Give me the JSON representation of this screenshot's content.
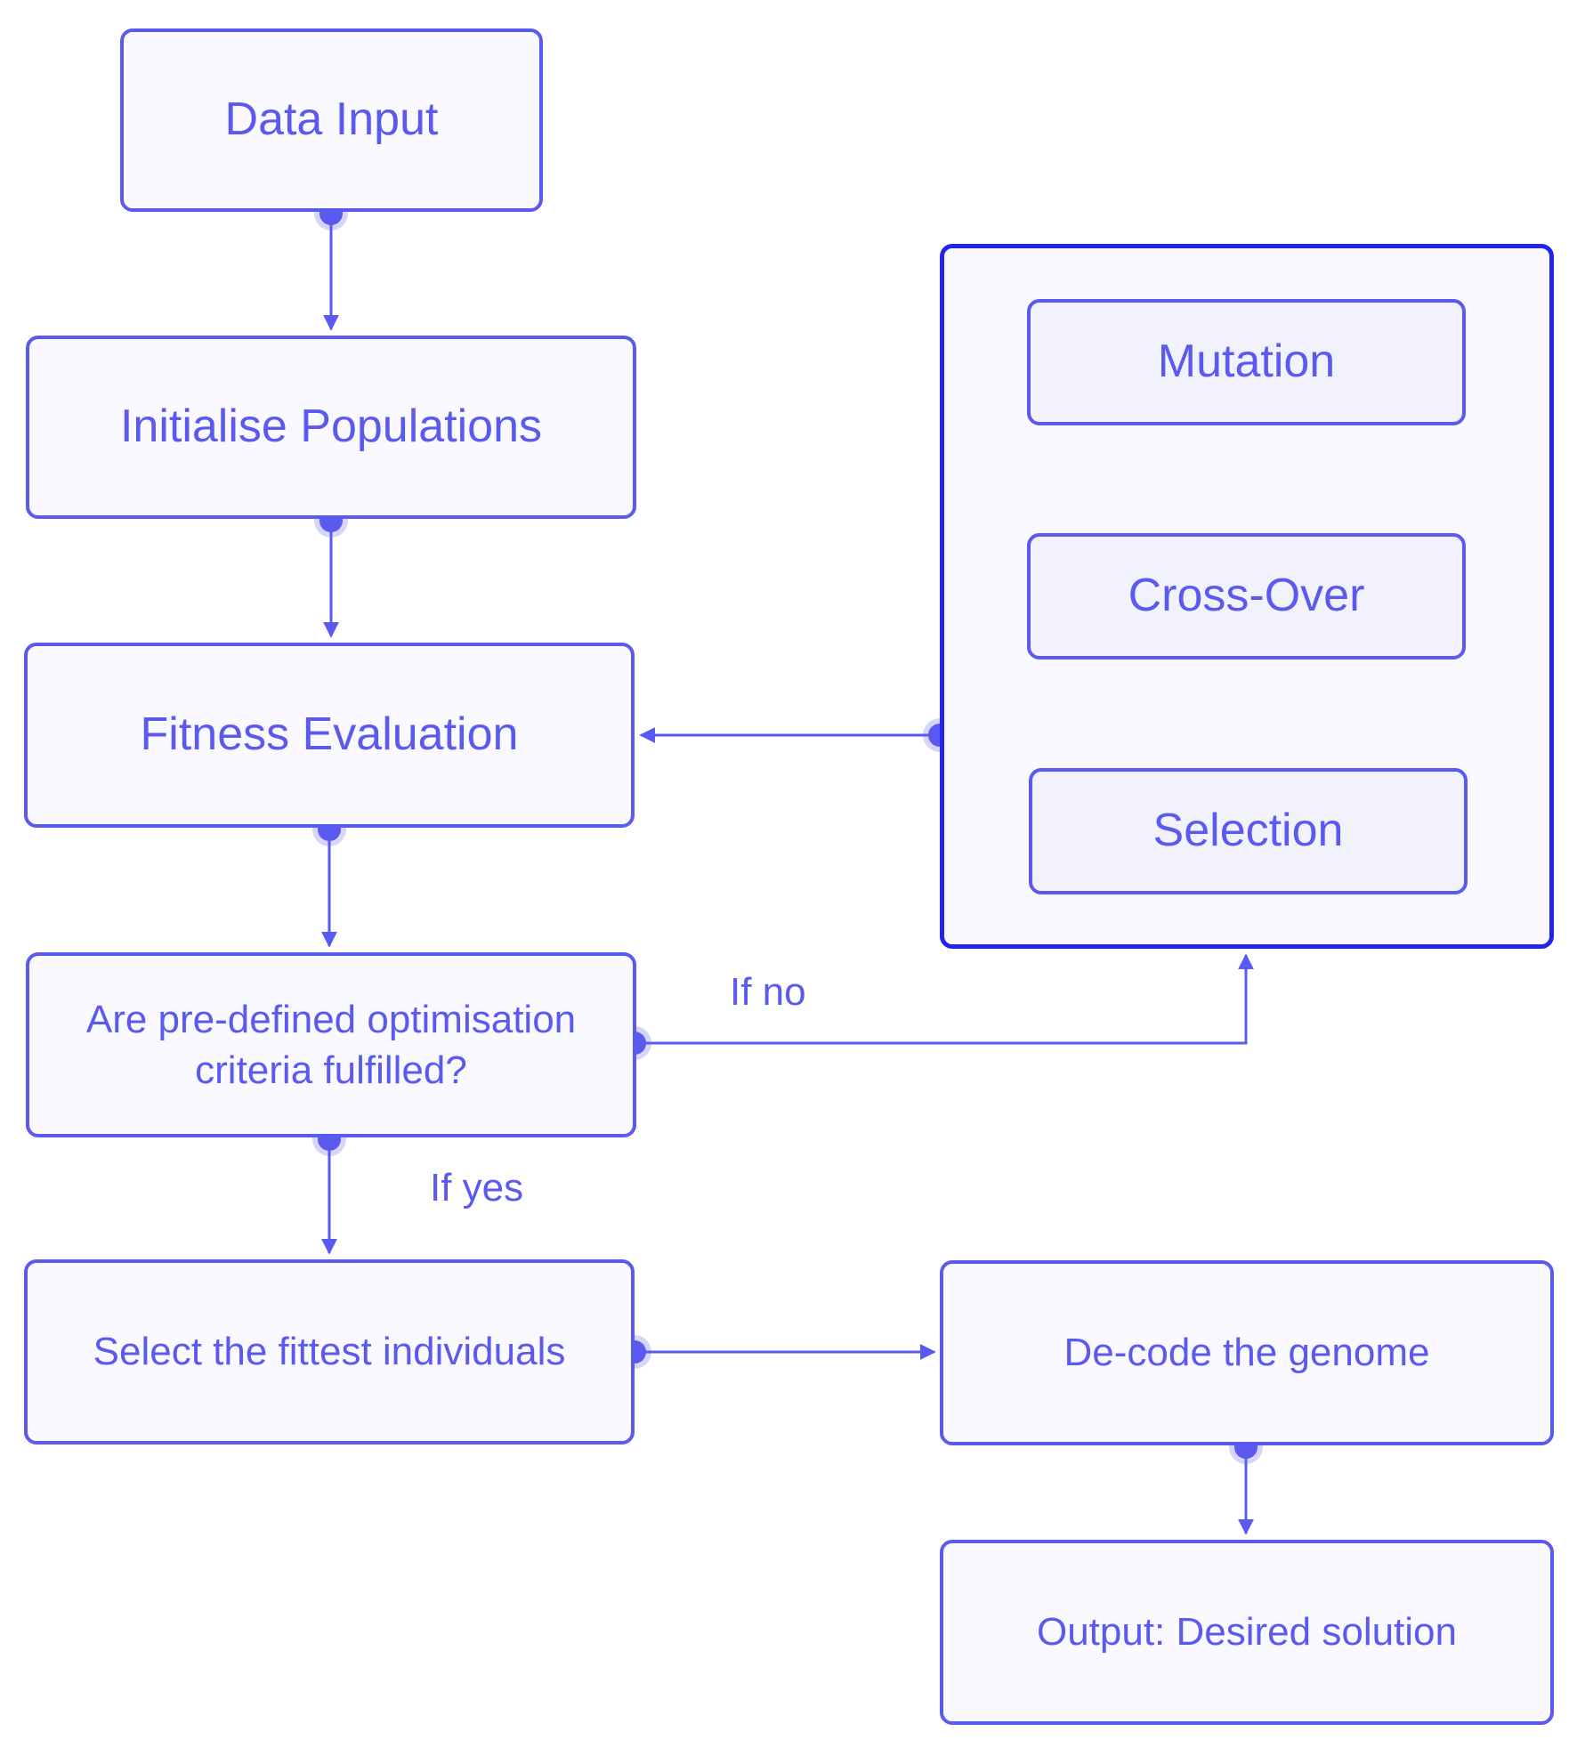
{
  "nodes": {
    "data_input": "Data Input",
    "initialise_populations": "Initialise Populations",
    "fitness_evaluation": "Fitness Evaluation",
    "criteria_check": "Are pre-defined optimisation criteria fulfilled?",
    "select_fittest": "Select the fittest individuals",
    "mutation": "Mutation",
    "cross_over": "Cross-Over",
    "selection": "Selection",
    "decode_genome": "De-code the genome",
    "output": "Output: Desired solution"
  },
  "edge_labels": {
    "if_no": "If no",
    "if_yes": "If yes"
  },
  "colors": {
    "stroke": "#5a5af0",
    "container_stroke": "#2323f0",
    "fill": "#f9f9ff",
    "inner_fill": "#f2f2fd"
  }
}
